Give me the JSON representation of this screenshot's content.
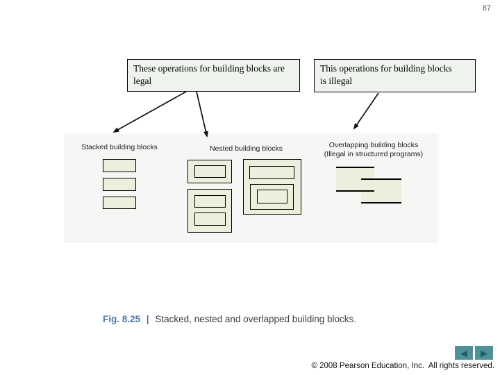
{
  "page": {
    "number": "87"
  },
  "callouts": {
    "legal": {
      "text": "These operations for building blocks are legal"
    },
    "illegal": {
      "text": "This operations for building blocks is illegal"
    }
  },
  "diagram": {
    "stacked_label": "Stacked building blocks",
    "nested_label": "Nested building blocks",
    "overlapping_label_line1": "Overlapping building blocks",
    "overlapping_label_line2": "(Illegal in structured programs)"
  },
  "caption": {
    "figure_label": "Fig. 8.25",
    "separator": "|",
    "text": "Stacked, nested and overlapped building blocks."
  },
  "footer": {
    "copyright": "© 2008 Pearson Education, Inc.  All rights reserved."
  },
  "nav": {
    "back_icon": "◀",
    "forward_icon": "▶"
  },
  "colors": {
    "caption_accent": "#4879a9",
    "block_fill": "#eeeedd",
    "diagram_background": "#f6f6f4",
    "callout_background": "#eff3ee",
    "nav_button": "#4f929b",
    "nav_arrow": "#1f5f66"
  }
}
